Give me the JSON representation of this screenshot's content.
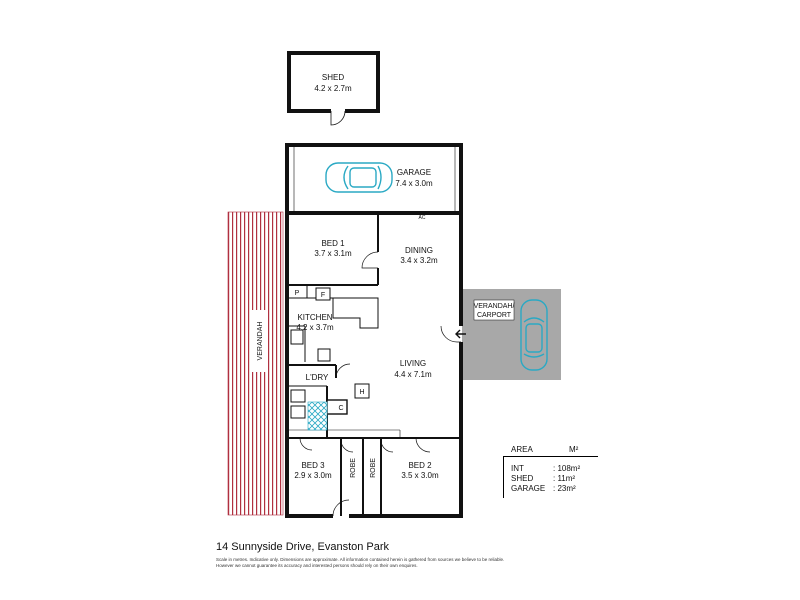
{
  "rooms": {
    "shed": {
      "name": "SHED",
      "size": "4.2 x 2.7m"
    },
    "garage": {
      "name": "GARAGE",
      "size": "7.4 x 3.0m"
    },
    "bed1": {
      "name": "BED 1",
      "size": "3.7 x 3.1m"
    },
    "dining": {
      "name": "DINING",
      "size": "3.4 x 3.2m"
    },
    "kitchen": {
      "name": "KITCHEN",
      "size": "4.2 x 3.7m"
    },
    "living": {
      "name": "LIVING",
      "size": "4.4 x 7.1m"
    },
    "laundry": {
      "name": "L'DRY"
    },
    "bed3": {
      "name": "BED 3",
      "size": "2.9 x 3.0m"
    },
    "bed2": {
      "name": "BED 2",
      "size": "3.5 x 3.0m"
    },
    "robe_left": {
      "name": "ROBE"
    },
    "robe_right": {
      "name": "ROBE"
    },
    "verandah_side": {
      "name": "VERANDAH"
    },
    "verandah_carport": {
      "line1": "VERANDAH/",
      "line2": "CARPORT"
    }
  },
  "fixtures": {
    "pantry": "P",
    "fridge": "F",
    "heater": "H",
    "cupboard": "C",
    "aircon": "AC"
  },
  "area_table": {
    "header_label": "AREA",
    "header_unit": "M²",
    "rows": [
      {
        "label": "INT",
        "value": ": 108m²"
      },
      {
        "label": "SHED",
        "value": ": 11m²"
      },
      {
        "label": "GARAGE",
        "value": ": 23m²"
      }
    ]
  },
  "address": "14 Sunnyside Drive, Evanston Park",
  "disclaimer": "Scale in metres. Indicative only. Dimensions are approximate. All information contained herein is gathered from sources we believe to be reliable. However we cannot guarantee its accuracy and interested persons should rely on their own enquires.",
  "colors": {
    "wall": "#111111",
    "verandah_stripe": "#b03040",
    "carport_fill": "#a8a8a8",
    "car_outline": "#2aa9c4",
    "tile_pattern": "#2aa9c4"
  }
}
